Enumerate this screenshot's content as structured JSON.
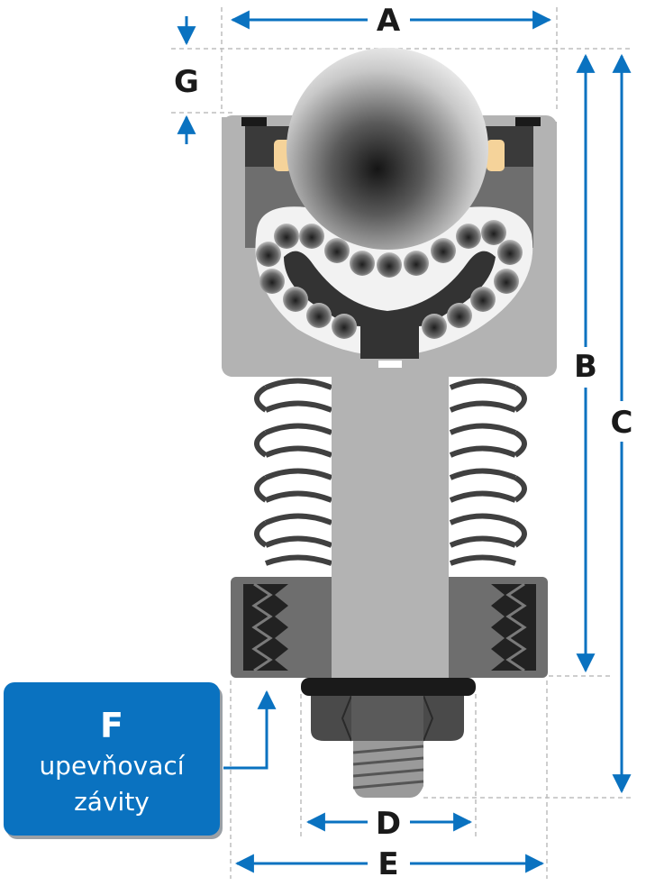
{
  "dimensions": {
    "A": "A",
    "B": "B",
    "C": "C",
    "D": "D",
    "E": "E",
    "G": "G"
  },
  "callout": {
    "letter": "F",
    "text_line1": "upevňovací",
    "text_line2": "závity"
  },
  "colors": {
    "accent": "#0a72c0",
    "body_gray": "#b3b3b3",
    "dark": "#333333",
    "pad": "#f5d39a"
  }
}
